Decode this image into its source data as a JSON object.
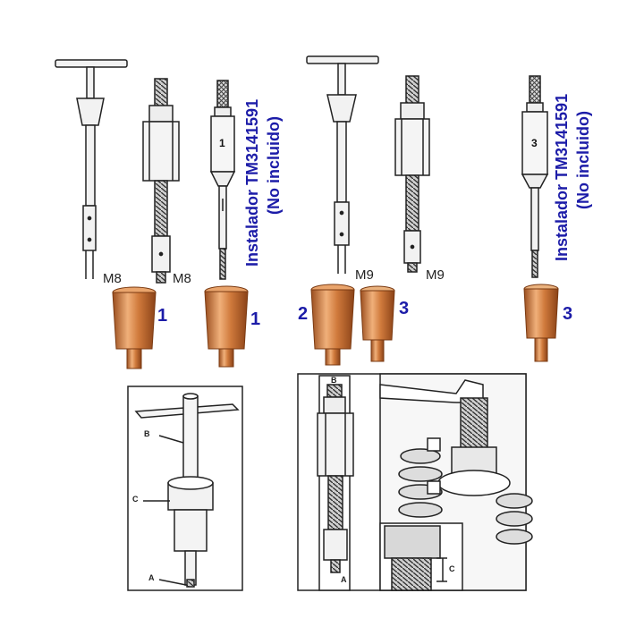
{
  "top": {
    "thread_labels": [
      "M8",
      "M8",
      "M9",
      "M9"
    ],
    "sleeve_numbers": [
      "1",
      "1",
      "2",
      "3",
      "3"
    ],
    "tool_numbers": [
      "1",
      "3"
    ],
    "installer_line1": "Instalador TM3141591",
    "installer_line2": "(No incluido)"
  },
  "bottom": {
    "left_callouts": [
      "B",
      "C",
      "A"
    ],
    "right_callouts": [
      "B",
      "A",
      "C"
    ]
  },
  "colors": {
    "label_blue": "#1c1ca8",
    "copper": "#c8743a",
    "line": "#222222"
  }
}
